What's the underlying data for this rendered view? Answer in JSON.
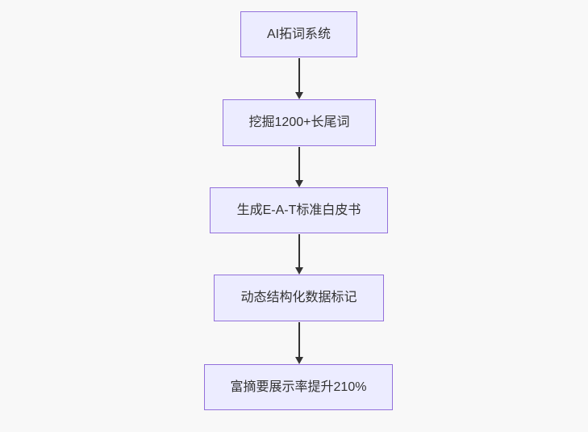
{
  "diagram": {
    "type": "flowchart",
    "direction": "top-down",
    "nodes": [
      {
        "label": "AI拓词系统"
      },
      {
        "label": "挖掘1200+长尾词"
      },
      {
        "label": "生成E-A-T标准白皮书"
      },
      {
        "label": "动态结构化数据标记"
      },
      {
        "label": "富摘要展示率提升210%"
      }
    ],
    "edges": [
      {
        "from": "AI拓词系统",
        "to": "挖掘1200+长尾词"
      },
      {
        "from": "挖掘1200+长尾词",
        "to": "生成E-A-T标准白皮书"
      },
      {
        "from": "生成E-A-T标准白皮书",
        "to": "动态结构化数据标记"
      },
      {
        "from": "动态结构化数据标记",
        "to": "富摘要展示率提升210%"
      }
    ],
    "colors": {
      "background": "#F8F8F8",
      "node_fill": "#ECECFF",
      "node_border": "#9370DB",
      "arrow": "#333333",
      "text": "#333333"
    }
  }
}
